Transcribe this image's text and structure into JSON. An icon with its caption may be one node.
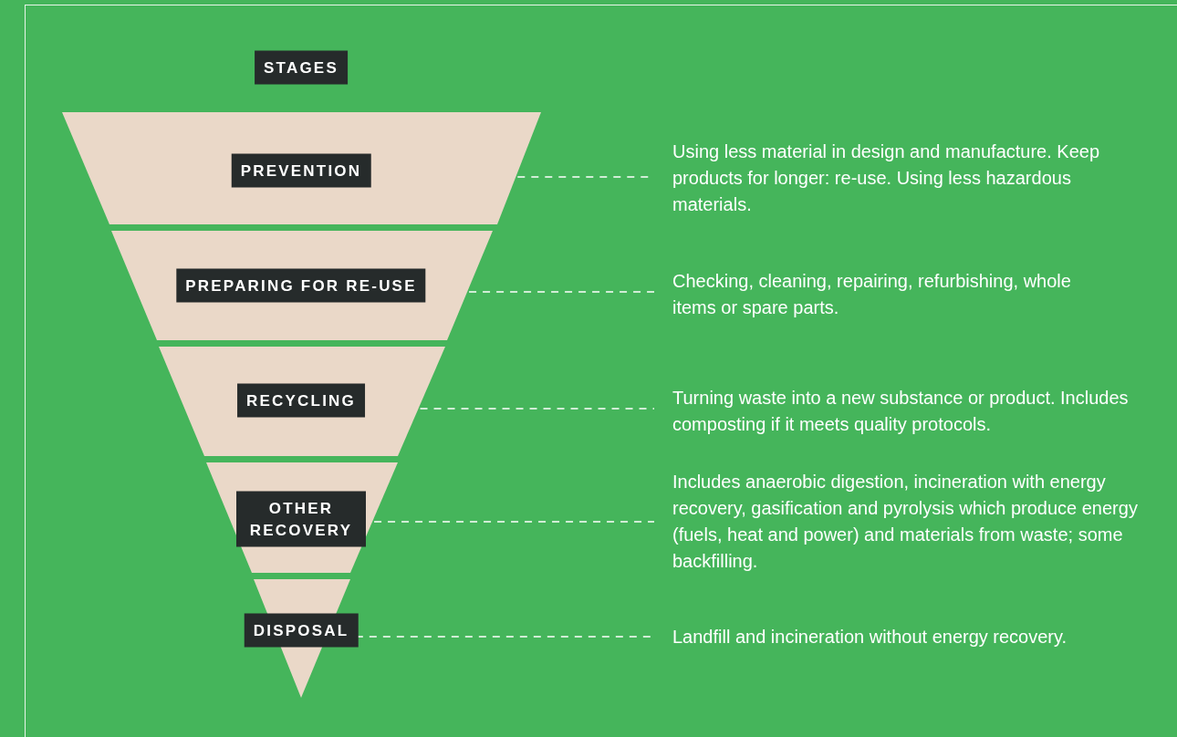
{
  "diagram": {
    "title": "STAGES",
    "nodes": [
      {
        "text": [
          "PREVENTION"
        ]
      },
      {
        "text": [
          "PREPARING FOR RE-USE"
        ]
      },
      {
        "text": [
          "RECYCLING"
        ]
      },
      {
        "text": [
          "OTHER RECOVERY"
        ]
      },
      {
        "text": [
          "DISPOSAL"
        ]
      },
      {
        "text": [
          "Using less material in design and manufacture. Keep products for longer: re-use. Using less hazardous materials."
        ]
      },
      {
        "text": [
          "Checking, cleaning, repairing, refurbishing, whole items or spare parts."
        ]
      },
      {
        "text": [
          "Turning waste into a new substance or product. Includes composting if it meets quality protocols."
        ]
      },
      {
        "text": [
          "Includes anaerobic digestion, incineration with energy recovery, gasification and pyrolysis which produce energy (fuels, heat and power) and materials from waste; some backfilling."
        ]
      },
      {
        "text": [
          "Landfill and incineration without energy recovery."
        ]
      }
    ],
    "edges": [
      {
        "from": 0,
        "to": 5,
        "arrow": "none",
        "style": "dashed"
      },
      {
        "from": 1,
        "to": 6,
        "arrow": "none",
        "style": "dashed"
      },
      {
        "from": 2,
        "to": 7,
        "arrow": "none",
        "style": "dashed"
      },
      {
        "from": 3,
        "to": 8,
        "arrow": "none",
        "style": "dashed"
      },
      {
        "from": 4,
        "to": 9,
        "arrow": "none",
        "style": "dashed"
      }
    ]
  }
}
